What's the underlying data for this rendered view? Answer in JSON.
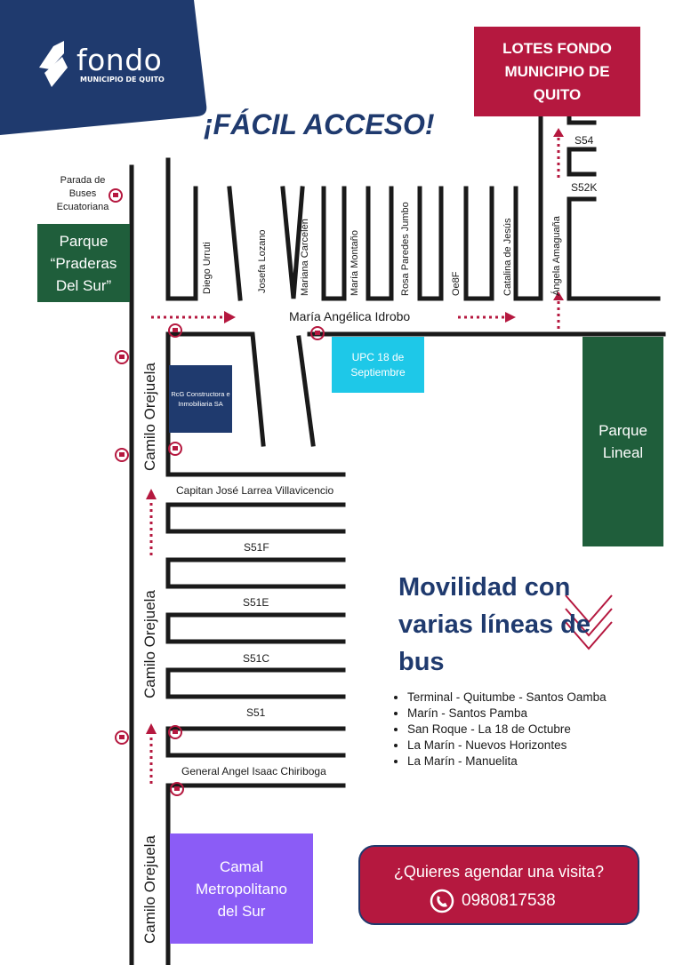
{
  "brand": {
    "name": "fondo",
    "subtitle": "MUNICIPIO DE QUITO"
  },
  "headline": "¡FÁCIL ACCESO!",
  "lots_box": "LOTES FONDO MUNICIPIO DE QUITO",
  "bus_stop_label": "Parada de Buses Ecuatoriana",
  "park_praderas": "Parque “Praderas Del Sur”",
  "park_lineal": "Parque Lineal",
  "upc": "UPC 18 de Septiembre",
  "constructora": "RcG Constructora e Inmobiliaria SA",
  "camal": "Camal Metropolitano del Sur",
  "streets": {
    "main_horizontal": "María Angélica Idrobo",
    "camilo": "Camilo Orejuela",
    "diego": "Diego Urruti",
    "josefa": "Josefa Lozano",
    "mariana": "Mariana Carcelén",
    "maria_montano": "María Montaño",
    "rosa": "Rosa Paredes Jumbo",
    "oe8f": "Oe8F",
    "catalina": "Catalina de Jesús",
    "angela": "Ángela Amaguaña",
    "s54": "S54",
    "s52k": "S52K",
    "capitan": "Capitan José Larrea Villavicencio",
    "s51f": "S51F",
    "s51e": "S51E",
    "s51c": "S51C",
    "s51": "S51",
    "general": "General Angel Isaac Chiriboga"
  },
  "mobility_title": "Movilidad con varias líneas de bus",
  "routes": [
    "Terminal - Quitumbe - Santos Oamba",
    "Marín - Santos Pamba",
    "San Roque - La 18 de Octubre",
    "La Marín - Nuevos Horizontes",
    "La Marín - Manuelita"
  ],
  "cta": {
    "question": "¿Quieres agendar una visita?",
    "phone": "0980817538",
    "icon": "whatsapp-icon"
  },
  "icons": [
    "bus-stop-pin-icon",
    "dotted-arrow-icon",
    "chevron-down-icon",
    "logo-icon"
  ],
  "colors": {
    "navy": "#1f3a6e",
    "crimson": "#b5183f",
    "green": "#1f5e3b",
    "cyan": "#1ec8e8",
    "purple": "#8b5cf6",
    "road": "#1a1a1a"
  }
}
